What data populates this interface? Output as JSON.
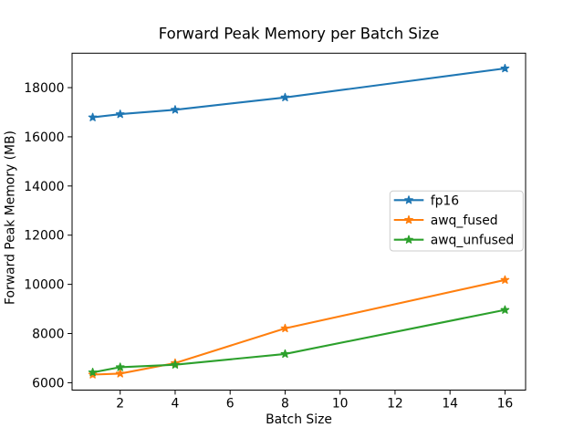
{
  "chart_data": {
    "type": "line",
    "title": "Forward Peak Memory per Batch Size",
    "xlabel": "Batch Size",
    "ylabel": "Forward Peak Memory (MB)",
    "x": [
      1,
      2,
      4,
      8,
      16
    ],
    "series": [
      {
        "name": "fp16",
        "color": "#1f77b4",
        "marker": "star",
        "values": [
          16790,
          16920,
          17100,
          17600,
          18780
        ]
      },
      {
        "name": "awq_fused",
        "color": "#ff7f0e",
        "marker": "star",
        "values": [
          6330,
          6370,
          6800,
          8210,
          10180
        ]
      },
      {
        "name": "awq_unfused",
        "color": "#2ca02c",
        "marker": "star",
        "values": [
          6420,
          6630,
          6730,
          7170,
          8960
        ]
      }
    ],
    "xticks": [
      2,
      4,
      6,
      8,
      10,
      12,
      14,
      16
    ],
    "yticks": [
      6000,
      8000,
      10000,
      12000,
      14000,
      16000,
      18000
    ],
    "xlim": [
      0.25,
      16.75
    ],
    "ylim": [
      5700,
      19400
    ],
    "grid": false,
    "legend": {
      "position": "center-right",
      "labels": [
        "fp16",
        "awq_fused",
        "awq_unfused"
      ]
    },
    "background": "#ffffff"
  }
}
